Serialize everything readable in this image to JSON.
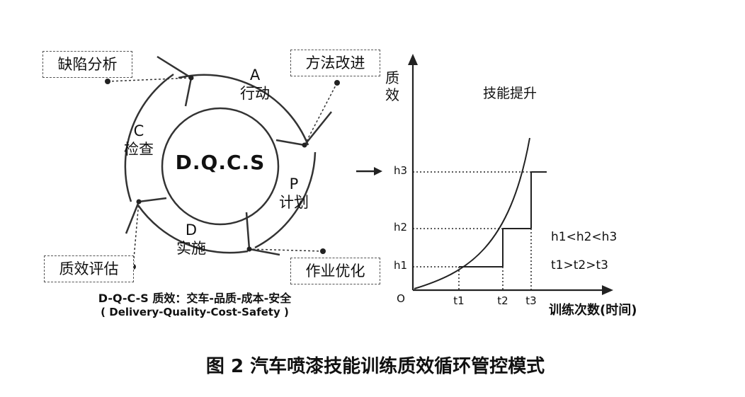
{
  "cycle": {
    "center": "D.Q.C.S",
    "segments": [
      {
        "letter": "A",
        "text": "行动"
      },
      {
        "letter": "P",
        "text": "计划"
      },
      {
        "letter": "D",
        "text": "实施"
      },
      {
        "letter": "C",
        "text": "检查"
      }
    ],
    "boxes": {
      "defect_analysis": "缺陷分析",
      "method_improve": "方法改进",
      "quality_eval": "质效评估",
      "work_optimize": "作业优化"
    },
    "legend_line1": "D-Q-C-S   质效：交车-品质-成本-安全",
    "legend_line2": "( Delivery-Quality-Cost-Safety )"
  },
  "graph": {
    "y_label": "质\n效",
    "x_label": "训练次数(时间)",
    "title": "技能提升",
    "origin": "O",
    "y_ticks": [
      "h1",
      "h2",
      "h3"
    ],
    "x_ticks": [
      "t1",
      "t2",
      "t3"
    ],
    "note_h": "h1<h2<h3",
    "note_t": "t1>t2>t3"
  },
  "caption": "图 2  汽车喷漆技能训练质效循环管控模式"
}
